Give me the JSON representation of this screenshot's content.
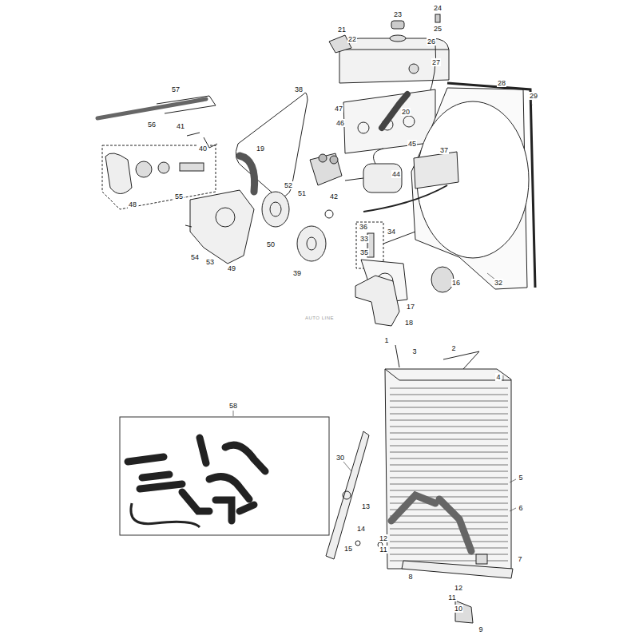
{
  "diagram": {
    "labels": [
      "21",
      "22",
      "23",
      "24",
      "25",
      "26",
      "27",
      "28",
      "29",
      "57",
      "38",
      "47",
      "20",
      "56",
      "46",
      "41",
      "45",
      "40",
      "19",
      "37",
      "44",
      "52",
      "51",
      "55",
      "42",
      "48",
      "36",
      "34",
      "33",
      "50",
      "35",
      "54",
      "53",
      "49",
      "39",
      "16",
      "32",
      "17",
      "AUTO LINE",
      "18",
      "1",
      "2",
      "3",
      "4",
      "58",
      "30",
      "5",
      "13",
      "6",
      "14",
      "12",
      "15",
      "11",
      "7",
      "8",
      "12",
      "11",
      "10",
      "9"
    ]
  }
}
